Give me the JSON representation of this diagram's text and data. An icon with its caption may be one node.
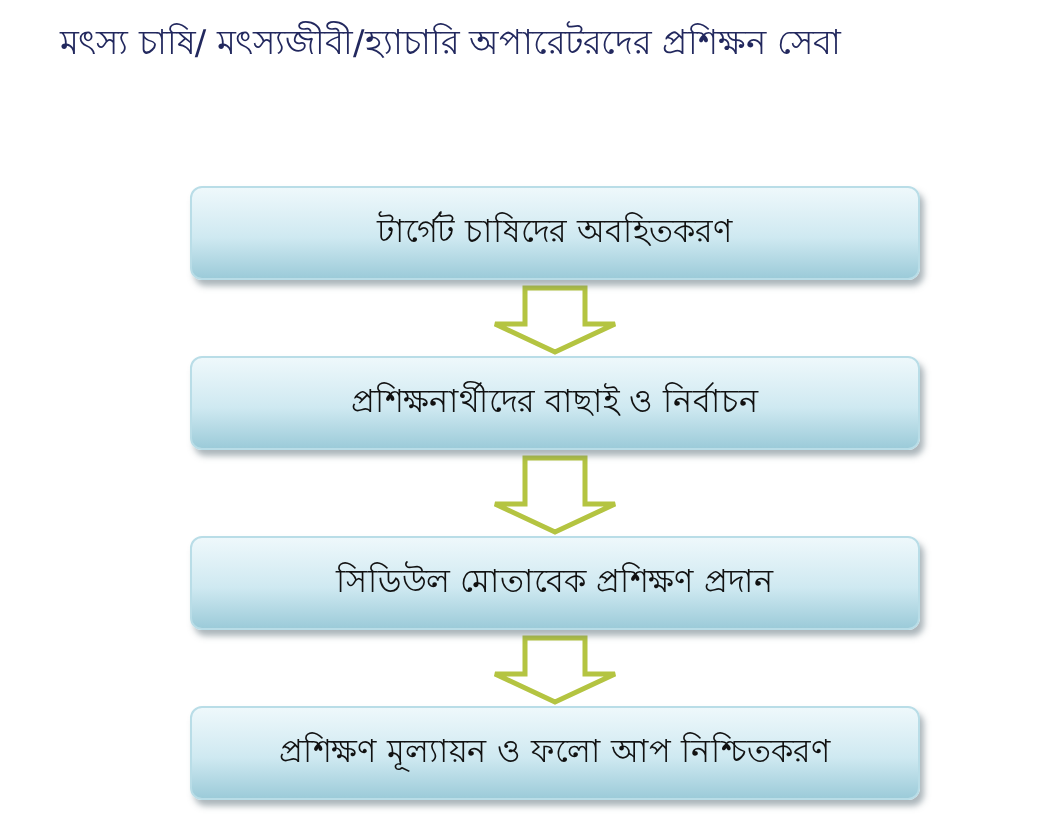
{
  "diagram": {
    "title": "মৎস্য চাষি/ মৎস্যজীবী/হ্যাচারি অপারেটরদের প্রশিক্ষন সেবা",
    "nodes": [
      {
        "text": [
          "টার্গেট চাষিদের অবহিতকরণ"
        ]
      },
      {
        "text": [
          "প্রশিক্ষনার্থীদের বাছাই ও নির্বাচন"
        ]
      },
      {
        "text": [
          "সিডিউল মোতাবেক প্রশিক্ষণ প্রদান"
        ]
      },
      {
        "text": [
          "প্রশিক্ষণ মূল্যায়ন ও ফলো আপ নিশ্চিতকরণ"
        ]
      }
    ],
    "edges": [
      {
        "from": 0,
        "to": 1,
        "arrow": "to"
      },
      {
        "from": 1,
        "to": 2,
        "arrow": "to"
      },
      {
        "from": 2,
        "to": 3,
        "arrow": "to"
      }
    ]
  }
}
